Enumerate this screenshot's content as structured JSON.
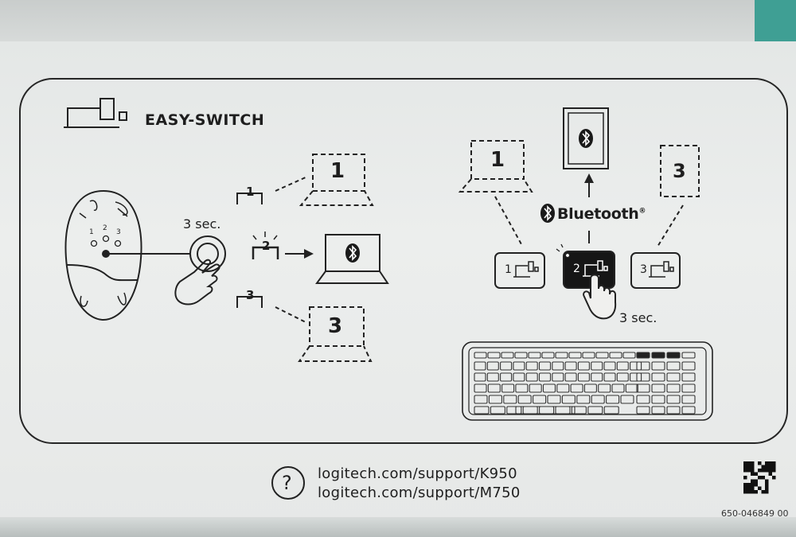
{
  "heading": "EASY-SWITCH",
  "mouse": {
    "channel_marks": [
      "1",
      "2",
      "3"
    ],
    "hold_time": "3 sec."
  },
  "channels": {
    "one": "1",
    "two": "2",
    "three": "3"
  },
  "keyboard": {
    "hold_time": "3 sec.",
    "bluetooth_label": "Bluetooth",
    "registered_mark": "®",
    "keys": [
      "1",
      "2",
      "3"
    ]
  },
  "support": {
    "urls": [
      "logitech.com/support/K950",
      "logitech.com/support/M750"
    ],
    "help_symbol": "?"
  },
  "product_code": "650-046849 00"
}
